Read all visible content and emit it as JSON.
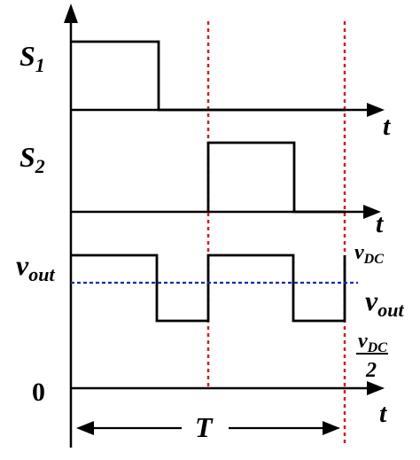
{
  "signals": {
    "s1": {
      "symbol": "S",
      "sub": "1"
    },
    "s2": {
      "symbol": "S",
      "sub": "2"
    },
    "vout": {
      "symbol": "v",
      "sub": "out"
    }
  },
  "axis_labels": {
    "t1": "t",
    "t2": "t",
    "t3": "t",
    "zero": "0"
  },
  "annotations": {
    "vdc": {
      "symbol": "v",
      "sub": "DC"
    },
    "vout_avg": {
      "symbol": "v",
      "sub": "out"
    },
    "vdc_half": {
      "symbol": "v",
      "sub": "DC",
      "denominator": "2"
    },
    "period": "T"
  },
  "colors": {
    "waveform": "#000000",
    "guide": "#cc2222",
    "average": "#1a2aa8"
  }
}
